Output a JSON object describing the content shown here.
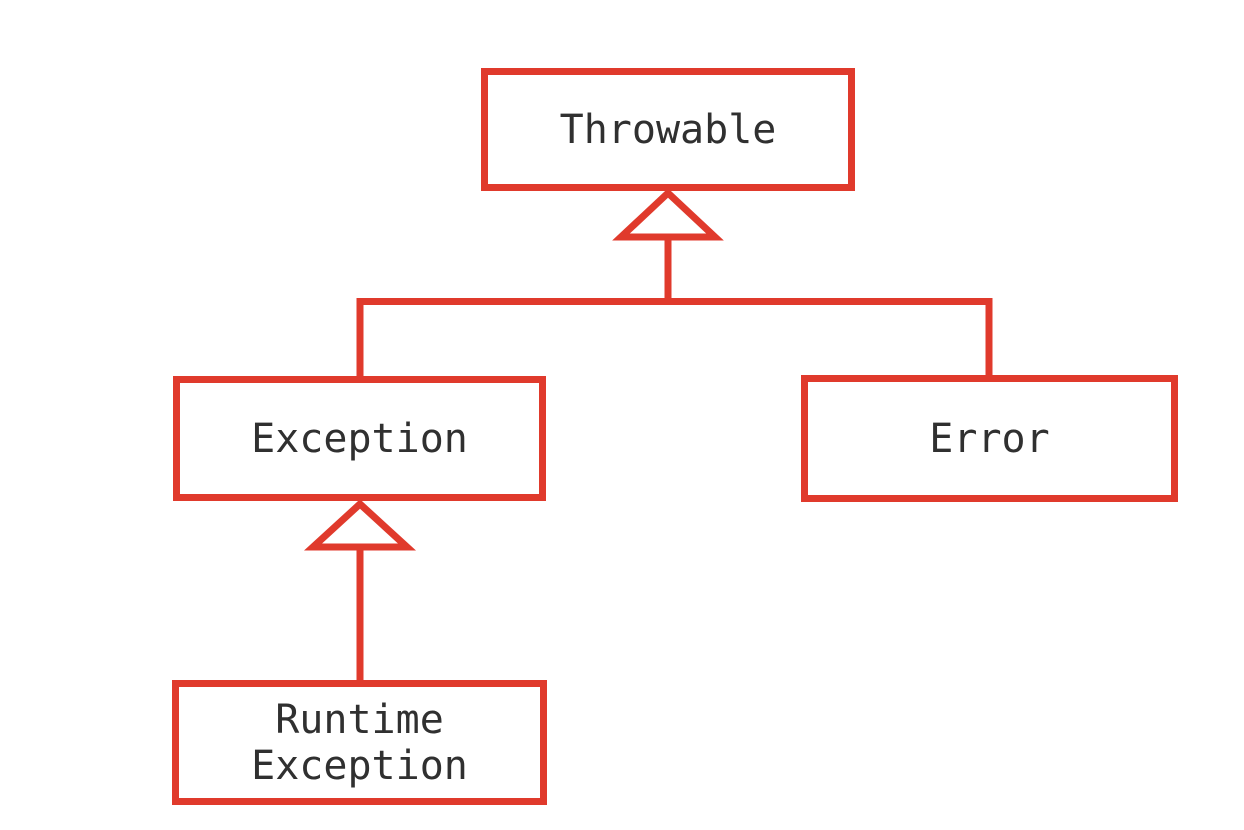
{
  "diagram": {
    "colors": {
      "box_border": "#e03a2c",
      "connector": "#e03a2c",
      "text": "#303030",
      "background": "#ffffff"
    },
    "nodes": [
      {
        "id": "throwable",
        "lines": [
          "Throwable"
        ]
      },
      {
        "id": "exception",
        "lines": [
          "Exception"
        ]
      },
      {
        "id": "error",
        "lines": [
          "Error"
        ]
      },
      {
        "id": "runtime-exception",
        "lines": [
          "Runtime",
          "Exception"
        ]
      }
    ],
    "edges": [
      {
        "from": "exception",
        "to": "throwable",
        "type": "inheritance"
      },
      {
        "from": "error",
        "to": "throwable",
        "type": "inheritance"
      },
      {
        "from": "runtime-exception",
        "to": "exception",
        "type": "inheritance"
      }
    ]
  }
}
